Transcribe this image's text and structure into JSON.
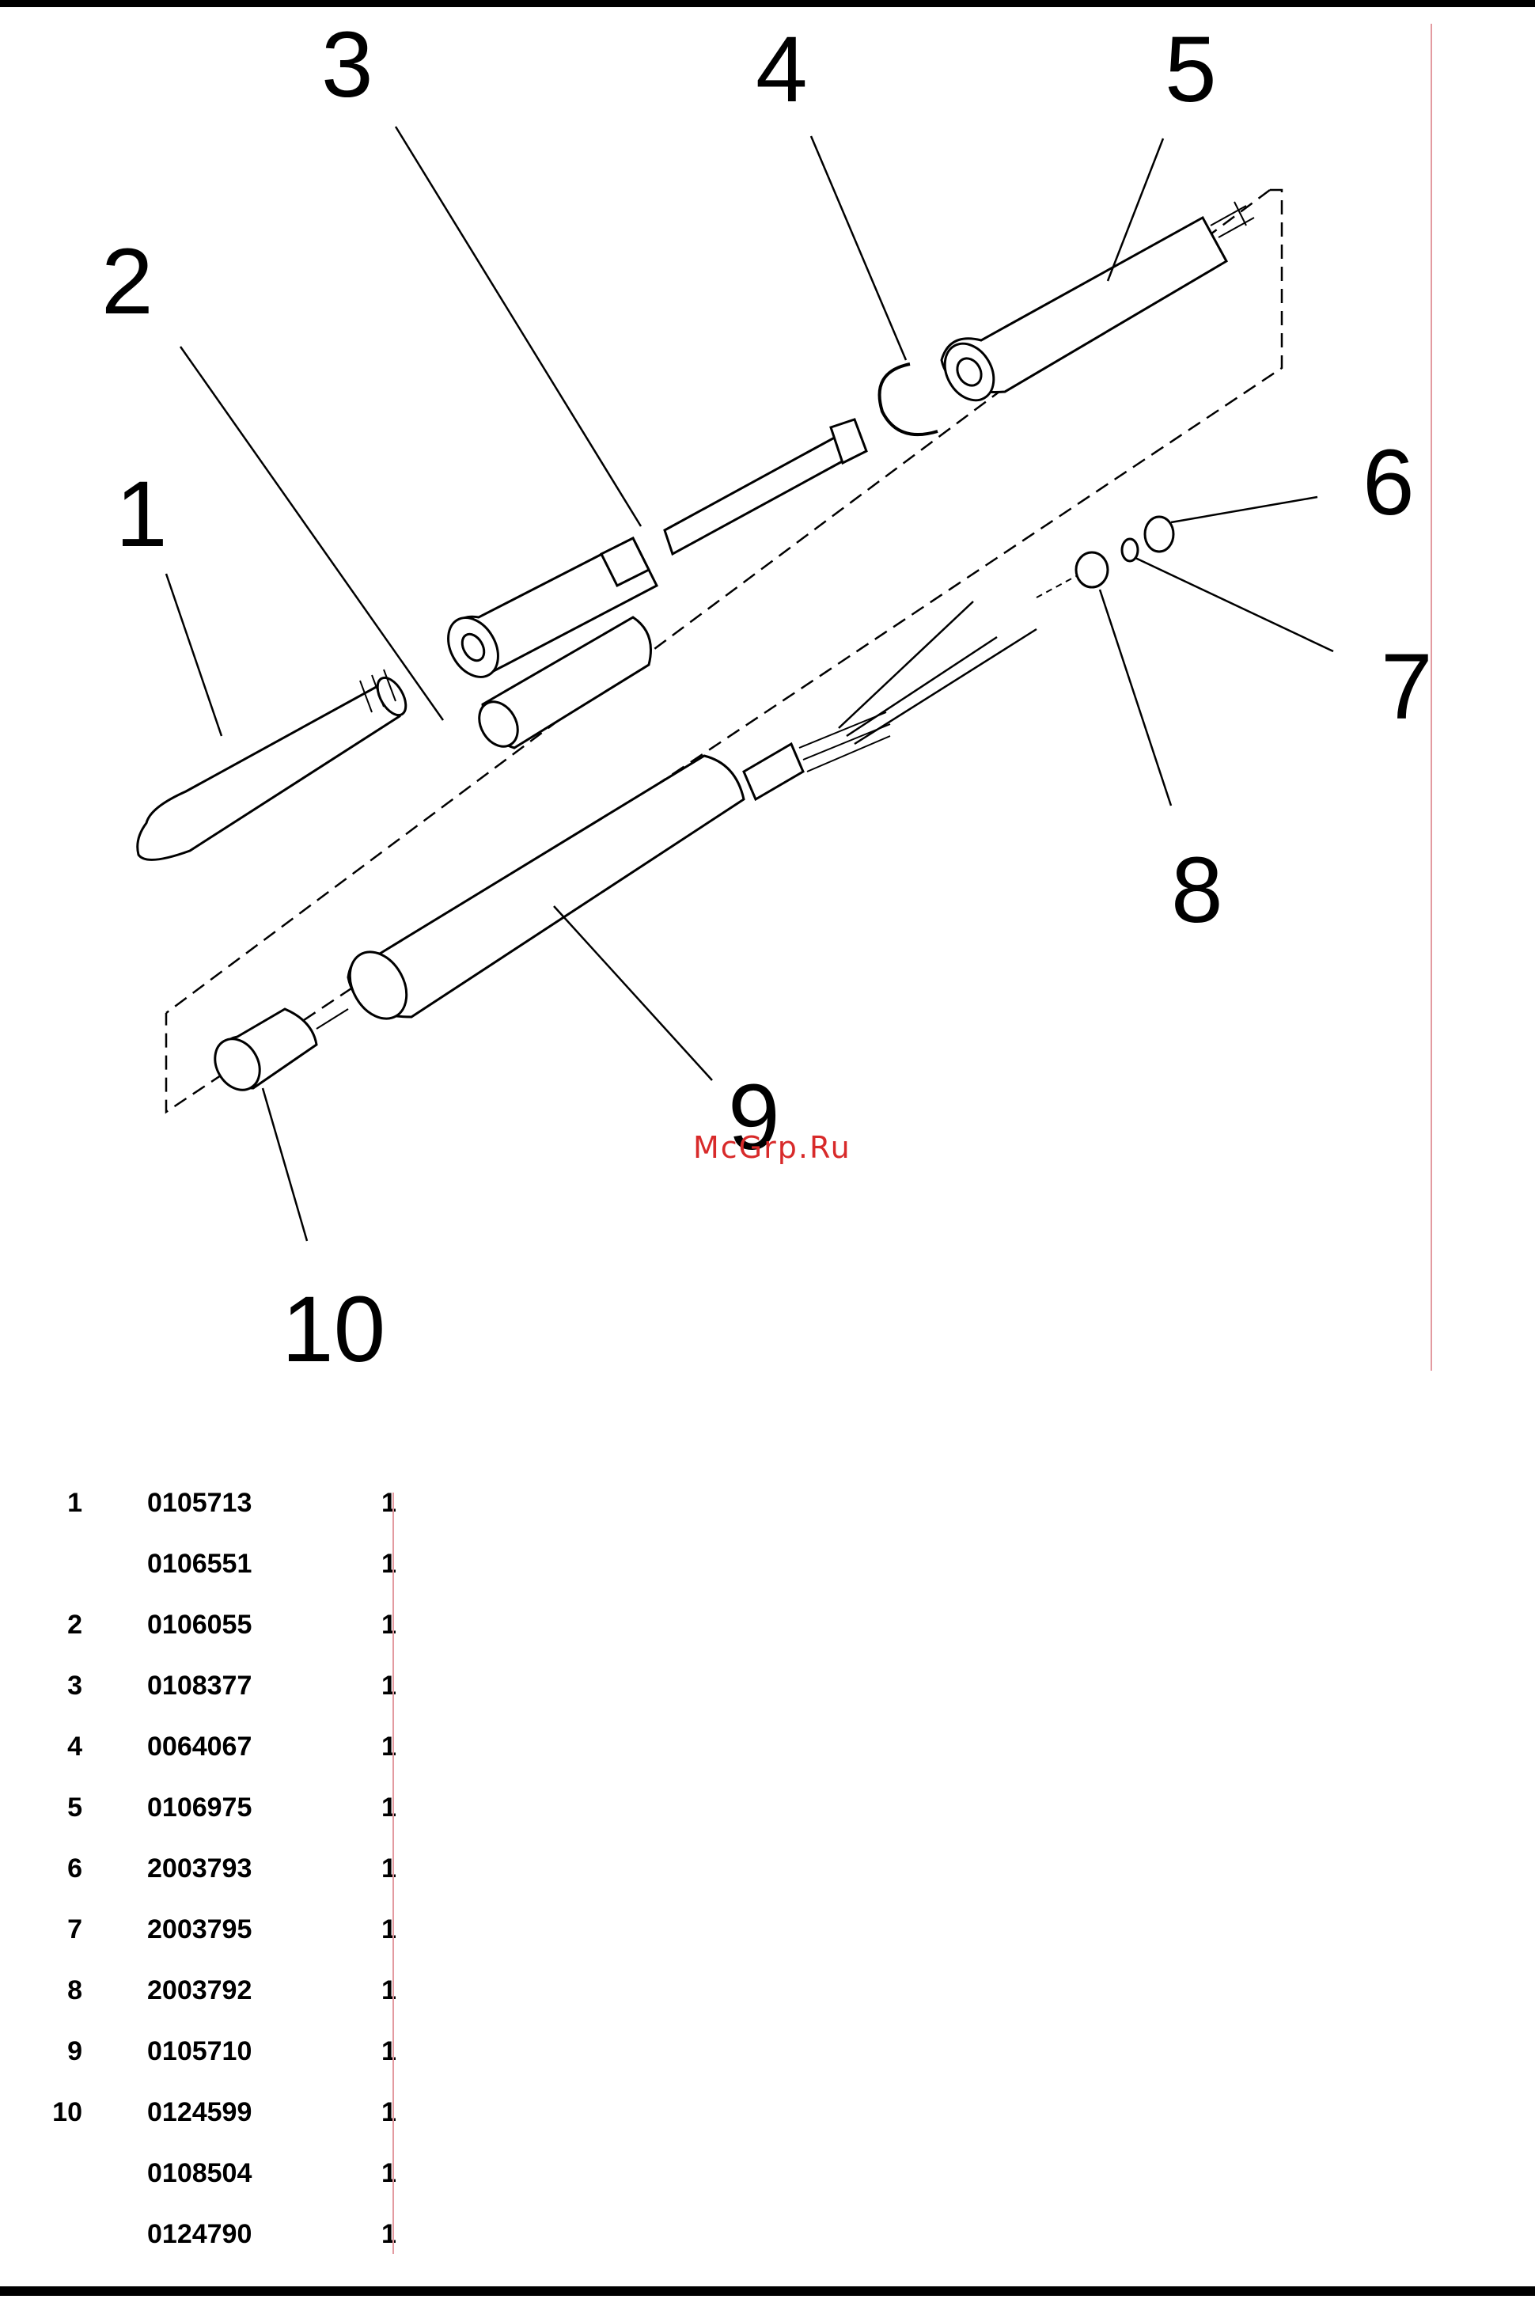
{
  "diagram": {
    "callouts": [
      "1",
      "2",
      "3",
      "4",
      "5",
      "6",
      "7",
      "8",
      "9",
      "10"
    ],
    "watermark": "McGrp.Ru"
  },
  "parts_list": {
    "rows": [
      {
        "no": "1",
        "code": "0105713",
        "qty": "1"
      },
      {
        "no": "",
        "code": "0106551",
        "qty": "1"
      },
      {
        "no": "2",
        "code": "0106055",
        "qty": "1"
      },
      {
        "no": "3",
        "code": "0108377",
        "qty": "1"
      },
      {
        "no": "4",
        "code": "0064067",
        "qty": "1"
      },
      {
        "no": "5",
        "code": "0106975",
        "qty": "1"
      },
      {
        "no": "6",
        "code": "2003793",
        "qty": "1"
      },
      {
        "no": "7",
        "code": "2003795",
        "qty": "1"
      },
      {
        "no": "8",
        "code": "2003792",
        "qty": "1"
      },
      {
        "no": "9",
        "code": "0105710",
        "qty": "1"
      },
      {
        "no": "10",
        "code": "0124599",
        "qty": "1"
      },
      {
        "no": "",
        "code": "0108504",
        "qty": "1"
      },
      {
        "no": "",
        "code": "0124790",
        "qty": "1"
      }
    ]
  },
  "colors": {
    "ink": "#000000",
    "watermark": "#d82a2a",
    "margin_rule": "#e39aa0"
  }
}
